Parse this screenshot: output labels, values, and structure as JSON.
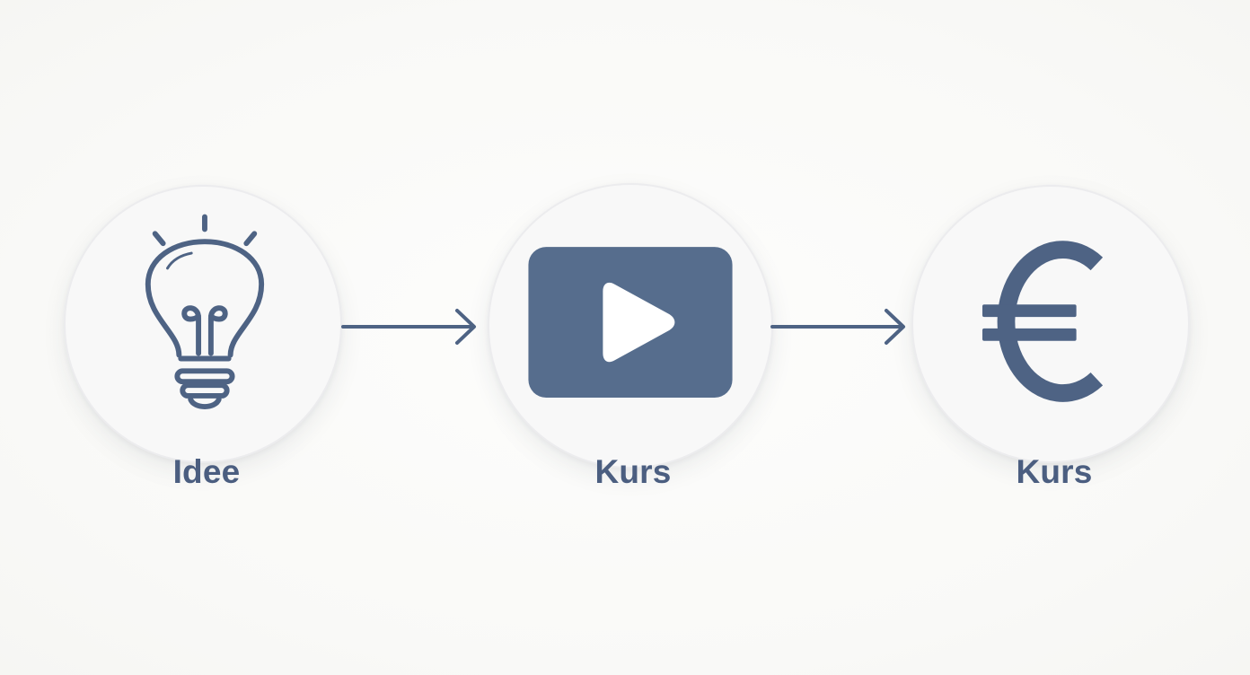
{
  "diagram": {
    "steps": [
      {
        "label": "Idee",
        "icon": "lightbulb-icon"
      },
      {
        "label": "Kurs",
        "icon": "video-play-icon"
      },
      {
        "label": "Kurs",
        "icon": "euro-icon"
      }
    ],
    "connectors": [
      {
        "from": 0,
        "to": 1,
        "icon": "arrow-right-icon"
      },
      {
        "from": 1,
        "to": 2,
        "icon": "arrow-right-icon"
      }
    ],
    "colors": {
      "icon": "#4e6384",
      "video_fill": "#566d8d",
      "label": "#4b5e80",
      "circle_fill": "#f8f8f8",
      "background": "#fbfbf9"
    }
  }
}
